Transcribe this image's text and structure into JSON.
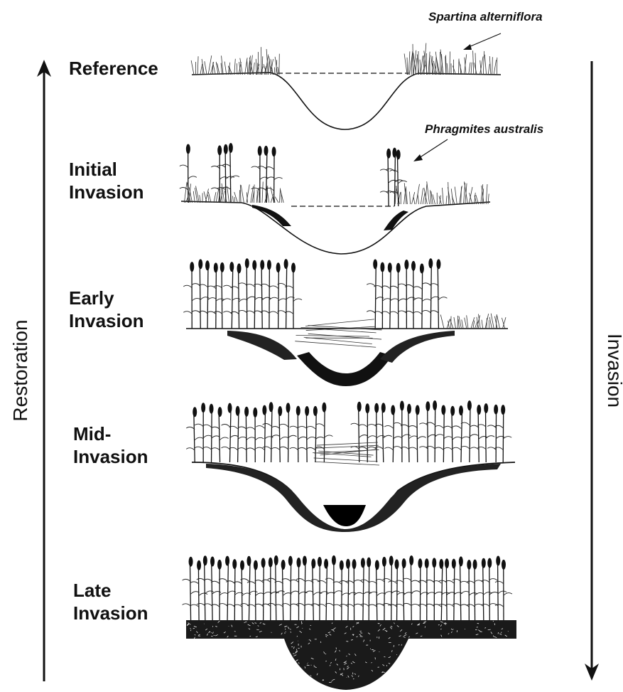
{
  "species": {
    "spartina": "Spartina alterniflora",
    "phragmites": "Phragmites australis"
  },
  "stages": [
    {
      "id": "reference",
      "label": "Reference"
    },
    {
      "id": "initial",
      "label": "Initial\nInvasion"
    },
    {
      "id": "early",
      "label": "Early\nInvasion"
    },
    {
      "id": "mid",
      "label": "Mid-\nInvasion"
    },
    {
      "id": "late",
      "label": "Late\nInvasion"
    }
  ],
  "axes": {
    "left": "Restoration",
    "right": "Invasion"
  },
  "colors": {
    "ink": "#111111",
    "background": "#ffffff"
  }
}
